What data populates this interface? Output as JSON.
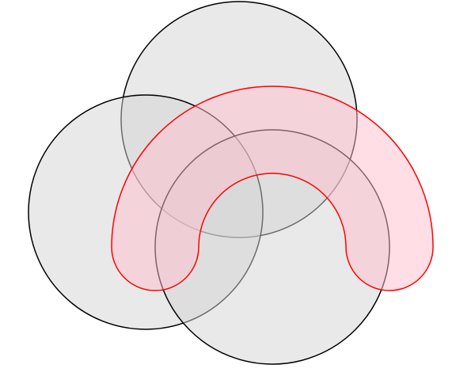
{
  "diagram": {
    "background_color": "#ffffff",
    "circles": [
      {
        "id": "top",
        "fill": "#d3d3d3",
        "fill_opacity": 0.5,
        "stroke": "#000000"
      },
      {
        "id": "left",
        "fill": "#d3d3d3",
        "fill_opacity": 0.5,
        "stroke": "#000000"
      },
      {
        "id": "bottom",
        "fill": "#d3d3d3",
        "fill_opacity": 0.5,
        "stroke": "#000000"
      }
    ],
    "arch": {
      "id": "red-arch",
      "fill": "#ffc0cb",
      "fill_opacity": 0.5,
      "stroke": "#ff0000"
    }
  }
}
